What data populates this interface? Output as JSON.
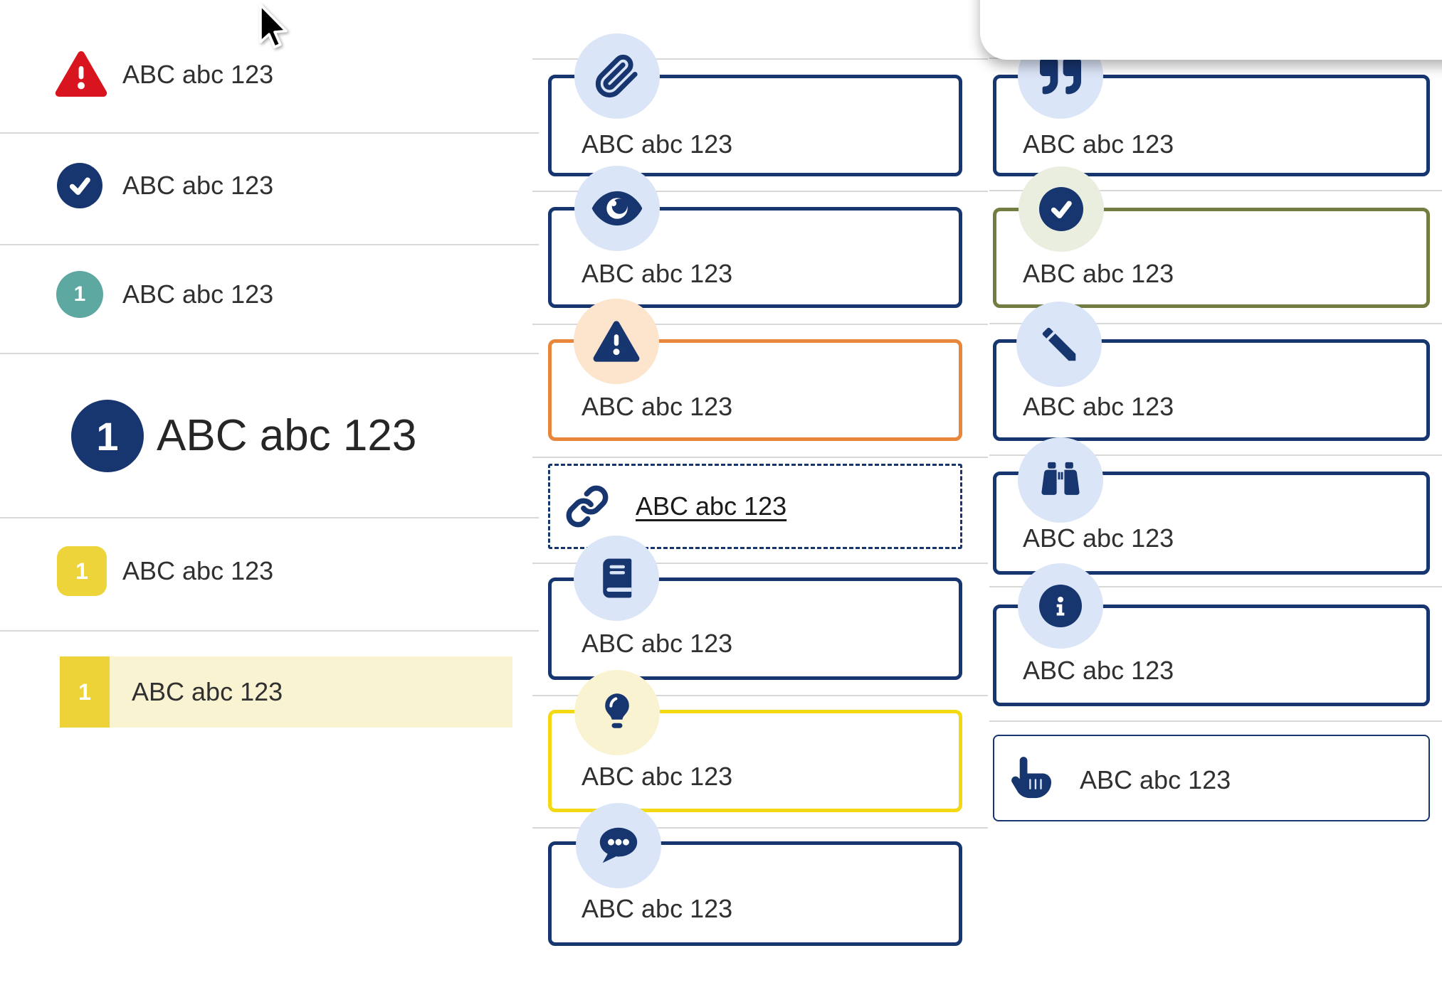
{
  "colors": {
    "navy": "#17356f",
    "red": "#d8141e",
    "teal": "#5ea8a2",
    "yellow_badge": "#edd43a",
    "yellow_border": "#f3d814",
    "yellow_highlight_bg": "#faf3d2",
    "orange_border": "#e8873c",
    "peach_circle": "#fce4cd",
    "light_blue_circle": "#dbe5f8",
    "sage_circle": "#eaeedf",
    "olive_border": "#727d42",
    "separator": "#d8d8d8",
    "text": "#303030"
  },
  "left_list": {
    "items": [
      {
        "icon": "alert-triangle-icon",
        "label": "ABC abc 123"
      },
      {
        "icon": "check-circle-icon",
        "label": "ABC abc 123"
      },
      {
        "icon": "teal-number-badge",
        "badge": "1",
        "label": "ABC abc 123"
      },
      {
        "icon": "large-navy-number-badge",
        "badge": "1",
        "label": "ABC abc 123"
      },
      {
        "icon": "yellow-number-badge",
        "badge": "1",
        "label": "ABC abc 123"
      },
      {
        "icon": "yellow-number-badge",
        "badge": "1",
        "label": "ABC abc 123",
        "highlighted": true
      }
    ]
  },
  "middle_callouts": {
    "items": [
      {
        "icon": "paperclip-icon",
        "variant": "navy",
        "label": "ABC abc 123"
      },
      {
        "icon": "eye-icon",
        "variant": "navy",
        "label": "ABC abc 123"
      },
      {
        "icon": "warning-icon",
        "variant": "orange",
        "label": "ABC abc 123"
      },
      {
        "icon": "link-icon",
        "variant": "dashed",
        "label": "ABC abc 123",
        "is_link": true
      },
      {
        "icon": "book-icon",
        "variant": "navy",
        "label": "ABC abc 123"
      },
      {
        "icon": "lightbulb-icon",
        "variant": "yellow",
        "label": "ABC abc 123"
      },
      {
        "icon": "chat-icon",
        "variant": "navy",
        "label": "ABC abc 123"
      }
    ]
  },
  "right_callouts": {
    "items": [
      {
        "icon": "quote-icon",
        "variant": "navy",
        "label": "ABC abc 123"
      },
      {
        "icon": "check-circle-icon",
        "variant": "olive",
        "label": "ABC abc 123"
      },
      {
        "icon": "pencil-icon",
        "variant": "navy",
        "label": "ABC abc 123"
      },
      {
        "icon": "binoculars-icon",
        "variant": "navy",
        "label": "ABC abc 123"
      },
      {
        "icon": "info-icon",
        "variant": "navy",
        "label": "ABC abc 123"
      },
      {
        "icon": "hand-pointer-icon",
        "variant": "navy-thin",
        "label": "ABC abc 123"
      }
    ]
  }
}
